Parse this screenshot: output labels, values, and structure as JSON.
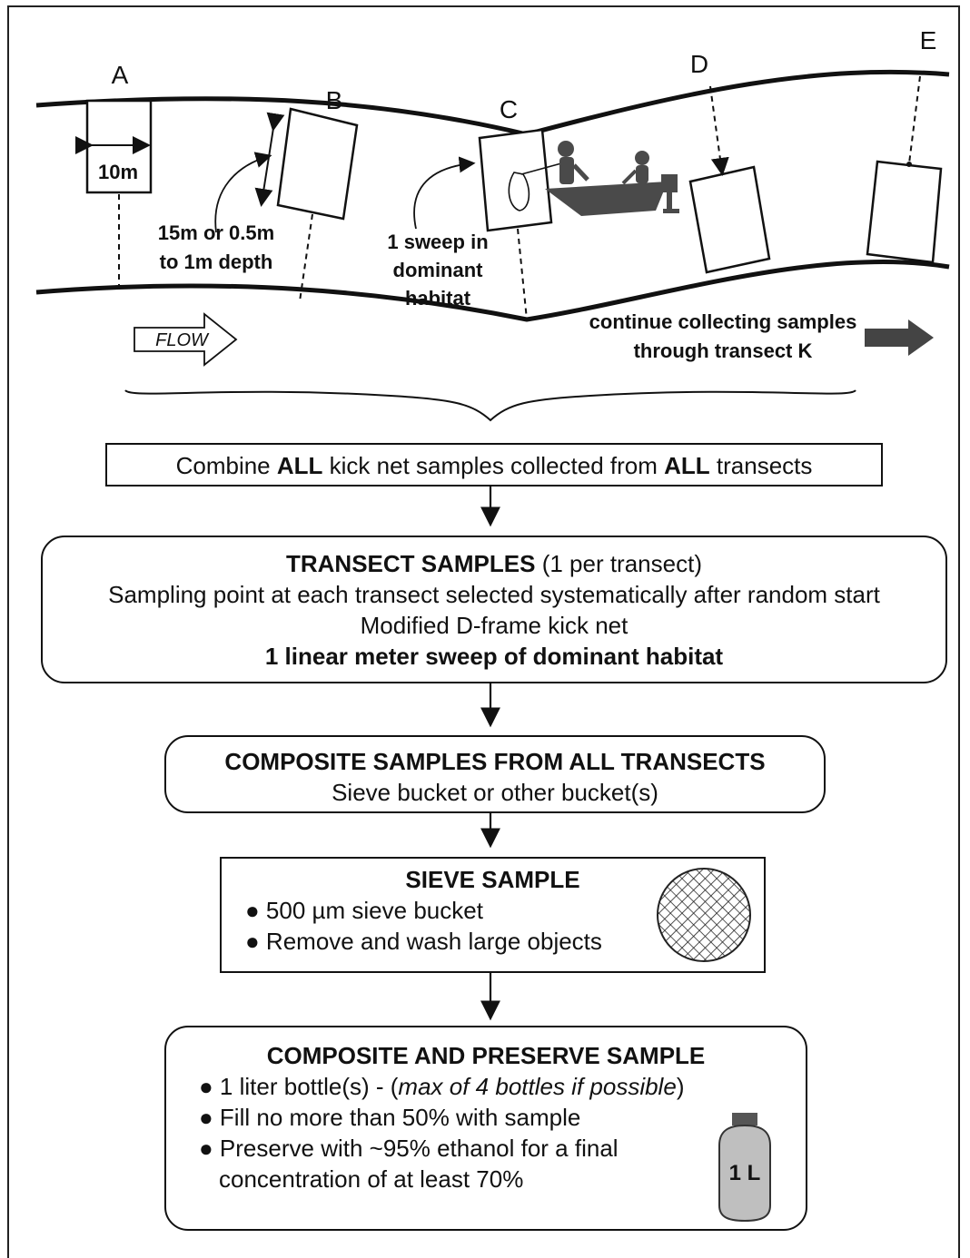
{
  "river": {
    "transects": [
      {
        "letter": "A"
      },
      {
        "letter": "B"
      },
      {
        "letter": "C"
      },
      {
        "letter": "D"
      },
      {
        "letter": "E"
      }
    ],
    "width_label": "10m",
    "length_label_line1": "15m or 0.5m",
    "length_label_line2": "to 1m depth",
    "sweep_label_line1": "1 sweep in",
    "sweep_label_line2": "dominant",
    "sweep_label_line3": "habitat",
    "flow_label": "FLOW",
    "continue_line1": "continue collecting samples",
    "continue_line2": "through transect K"
  },
  "combine_box": {
    "pre": "Combine ",
    "all1": "ALL",
    "mid": " kick net samples collected from ",
    "all2": "ALL",
    "post": " transects"
  },
  "transect_box": {
    "title_bold": "TRANSECT SAMPLES",
    "title_rest": " (1 per transect)",
    "line2": "Sampling point at each transect selected systematically after random start",
    "line3": "Modified D-frame kick net",
    "line4": "1 linear meter sweep of dominant habitat"
  },
  "composite_box": {
    "title": "COMPOSITE SAMPLES FROM ALL TRANSECTS",
    "line2": "Sieve bucket or other bucket(s)"
  },
  "sieve_box": {
    "title": "SIEVE SAMPLE",
    "bullet1": "● 500 µm sieve bucket",
    "bullet2": "● Remove and wash large objects"
  },
  "preserve_box": {
    "title": "COMPOSITE AND PRESERVE SAMPLE",
    "b1_pre": "● 1 liter bottle(s) - (",
    "b1_italic": "max of 4 bottles if possible",
    "b1_post": ")",
    "b2": "● Fill no more than 50% with sample",
    "b3_line1": "● Preserve with ~95% ethanol for a final",
    "b3_line2": "concentration of at least 70%",
    "bottle_label": "1 L"
  },
  "colors": {
    "ink": "#111111",
    "boat": "#4a4a4a",
    "bottle": "#bfbfbf",
    "bottle_cap": "#555555"
  }
}
